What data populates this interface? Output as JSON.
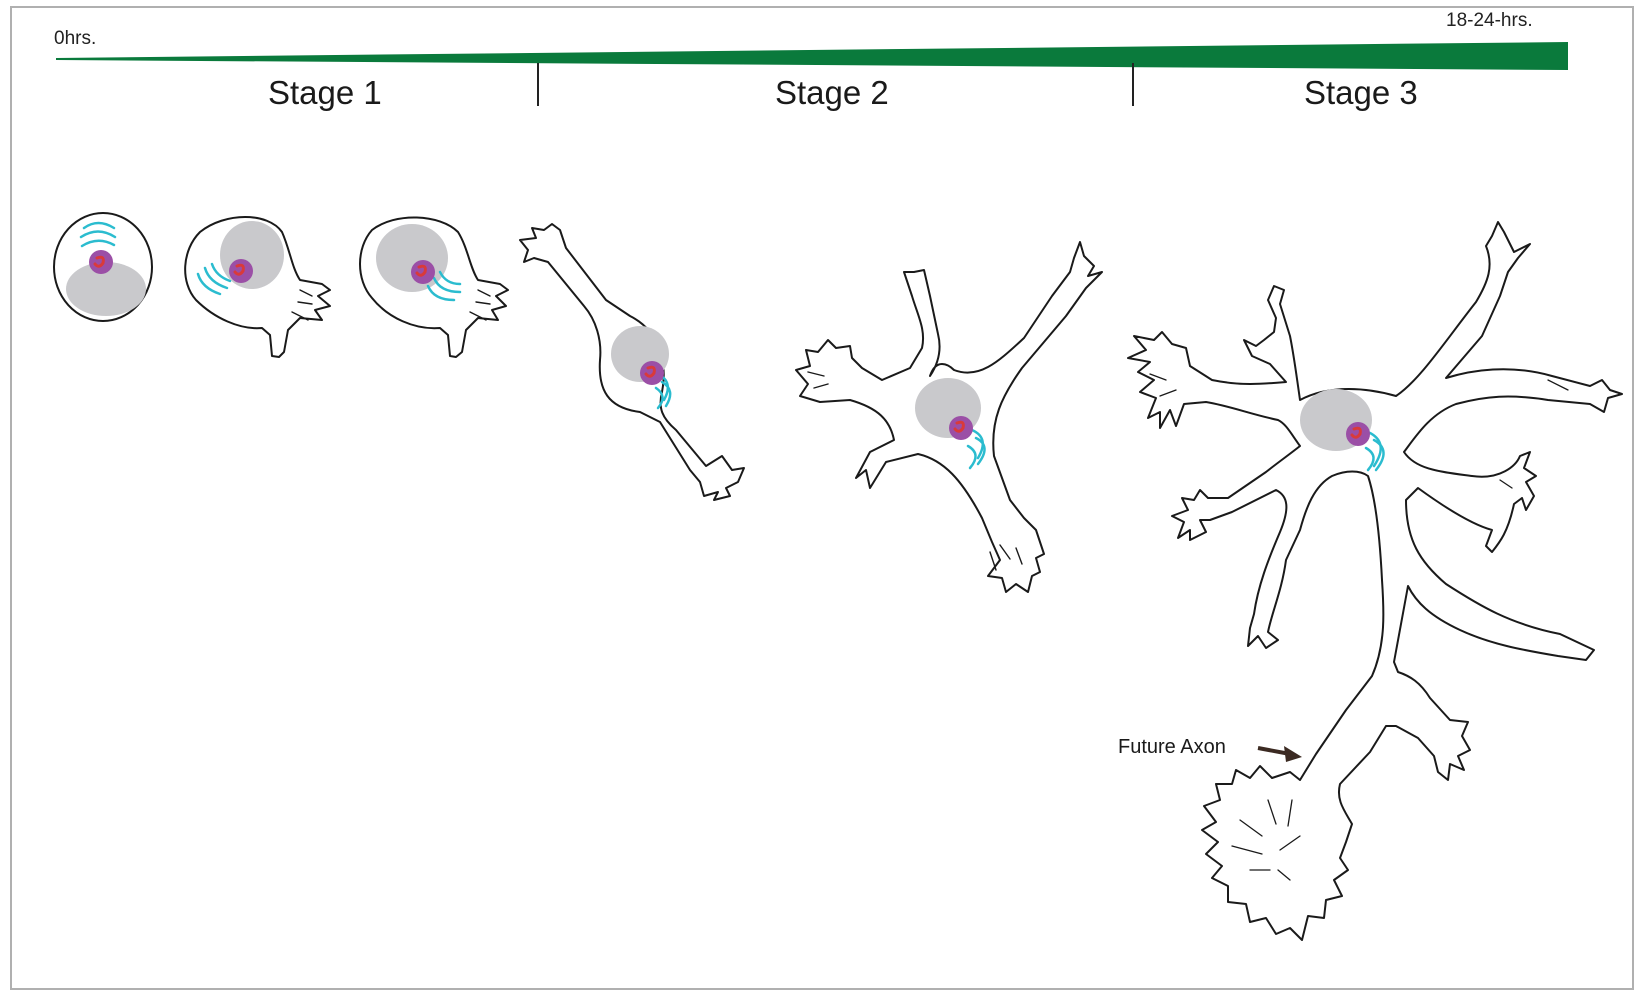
{
  "timeline": {
    "start_label": "0hrs.",
    "end_label": "18-24-hrs.",
    "bar_color": "#0a7a3c"
  },
  "stages": [
    {
      "label": "Stage 1"
    },
    {
      "label": "Stage 2"
    },
    {
      "label": "Stage 3"
    }
  ],
  "annotations": {
    "future_axon": "Future Axon"
  },
  "colors": {
    "nucleus": "#c9c9cc",
    "centrosome": "#9b4fa6",
    "centrosome_core": "#d93a3a",
    "golgi": "#2bbccf",
    "outline": "#1a1a1a",
    "arrow": "#3b2a22"
  }
}
